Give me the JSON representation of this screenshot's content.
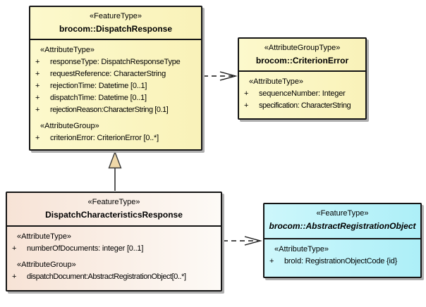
{
  "colors": {
    "background": "#FFFFFF",
    "box_border": "#141414",
    "box_shadow": "#AFAFAF",
    "yellow_fill": "#FAF5C2",
    "pink_fill_left": "#F7E3D6",
    "pink_fill_right": "#FDFAF6",
    "cyan_fill": "#BDF2F9",
    "triangle_fill": "#EFD8A8"
  },
  "boxes": {
    "dispatchResponse": {
      "stereotype": "«FeatureType»",
      "name": "brocom::DispatchResponse",
      "sections": [
        {
          "label": "«AttributeType»",
          "attributes": [
            {
              "vis": "+",
              "text": "responseType: DispatchResponseType"
            },
            {
              "vis": "+",
              "text": "requestReference: CharacterString"
            },
            {
              "vis": "+",
              "text": "rejectionTime: Datetime [0..1]"
            },
            {
              "vis": "+",
              "text": "dispatchTime: Datetime [0..1]"
            },
            {
              "vis": "+",
              "text": "rejectionReason:CharacterString [0.1]"
            }
          ]
        },
        {
          "label": "«AttributeGroup»",
          "attributes": [
            {
              "vis": "+",
              "text": "criterionError: CriterionError [0..*]"
            }
          ]
        }
      ]
    },
    "criterionError": {
      "stereotype": "«AttributeGroupType»",
      "name": "brocom::CriterionError",
      "sections": [
        {
          "label": "«AttributeType»",
          "attributes": [
            {
              "vis": "+",
              "text": "sequenceNumber: Integer"
            },
            {
              "vis": "+",
              "text": "specification: CharacterString"
            }
          ]
        }
      ]
    },
    "dispatchCharacteristicsResponse": {
      "stereotype": "«FeatureType»",
      "name": "DispatchCharacteristicsResponse",
      "sections": [
        {
          "label": "«AttributeType»",
          "attributes": [
            {
              "vis": "+",
              "text": "numberOfDocuments: integer [0..1]"
            }
          ]
        },
        {
          "label": "«AttributeGroup»",
          "attributes": [
            {
              "vis": "+",
              "text": "dispatchDocument:AbstractRegistrationObject[0..*]"
            }
          ]
        }
      ]
    },
    "abstractRegistrationObject": {
      "stereotype": "«FeatureType»",
      "name": "brocom::AbstractRegistrationObject",
      "abstract": true,
      "sections": [
        {
          "label": "«AttributeType»",
          "attributes": [
            {
              "vis": "+",
              "text": "broId: RegistrationObjectCode {id}"
            }
          ]
        }
      ]
    }
  },
  "connectors": [
    {
      "type": "dependency",
      "from": "brocom::DispatchResponse",
      "to": "brocom::CriterionError",
      "line": "dashed",
      "head": "open-arrow"
    },
    {
      "type": "generalization",
      "from": "DispatchCharacteristicsResponse",
      "to": "brocom::DispatchResponse",
      "line": "solid",
      "head": "hollow-triangle"
    },
    {
      "type": "dependency",
      "from": "DispatchCharacteristicsResponse",
      "to": "brocom::AbstractRegistrationObject",
      "line": "dashed",
      "head": "open-arrow"
    }
  ]
}
